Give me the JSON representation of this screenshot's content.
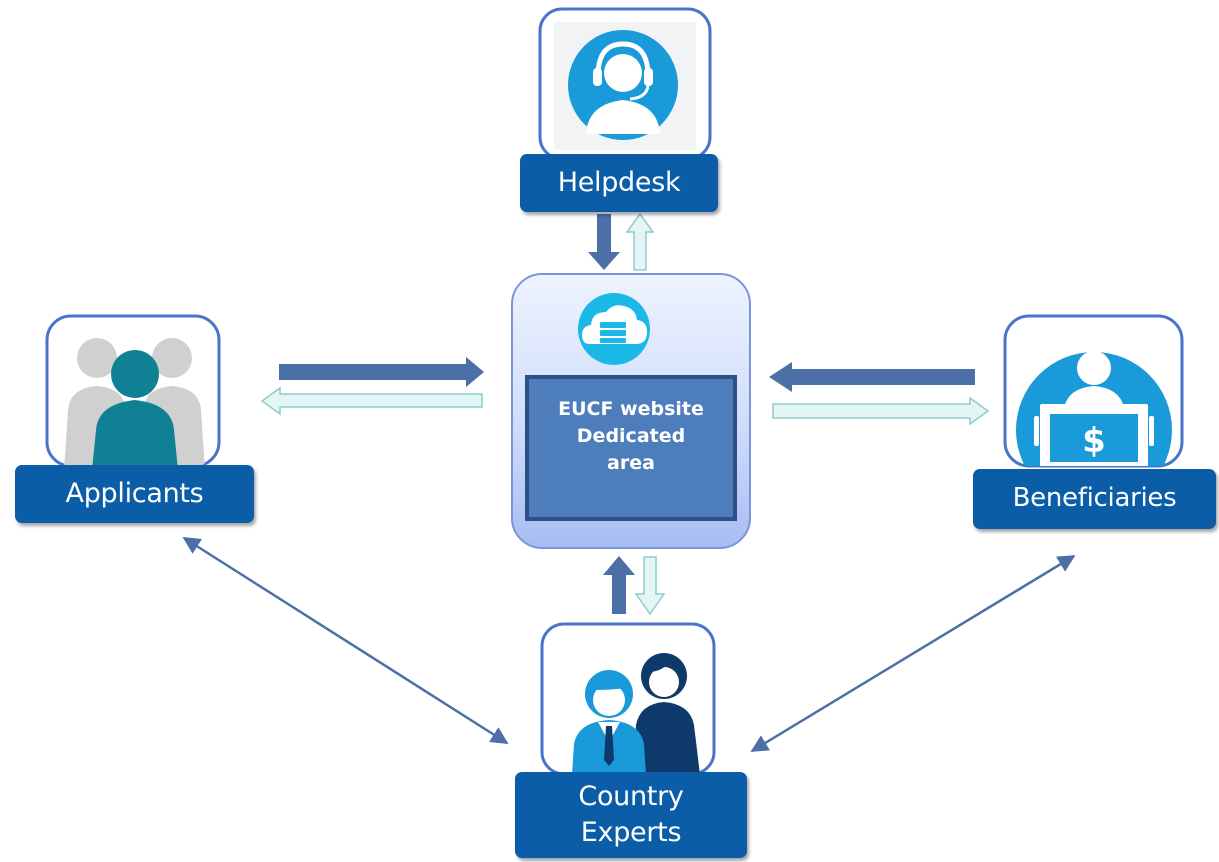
{
  "nodes": {
    "helpdesk": {
      "label": "Helpdesk",
      "icon": "headset-agent-icon"
    },
    "applicants": {
      "label": "Applicants",
      "icon": "people-group-icon"
    },
    "beneficiaries": {
      "label": "Beneficiaries",
      "icon": "person-dollar-icon"
    },
    "country_experts": {
      "label_line1": "Country",
      "label_line2": "Experts",
      "icon": "experts-pair-icon"
    },
    "website": {
      "line1": "EUCF website",
      "line2": "Dedicated",
      "line3": "area",
      "icon": "cloud-server-icon"
    }
  },
  "colors": {
    "label_bg": "#0a5da6",
    "box_border": "#4a74c9",
    "dark_arrow": "#4b6fa6",
    "light_arrow_fill": "#e4f5f5",
    "light_arrow_stroke": "#8fcbcb",
    "icon_blue": "#1a9ad9",
    "center_inner": "#4e7dbb",
    "center_outer_top": "#eaf0fd",
    "center_outer_bottom": "#aabef2"
  }
}
